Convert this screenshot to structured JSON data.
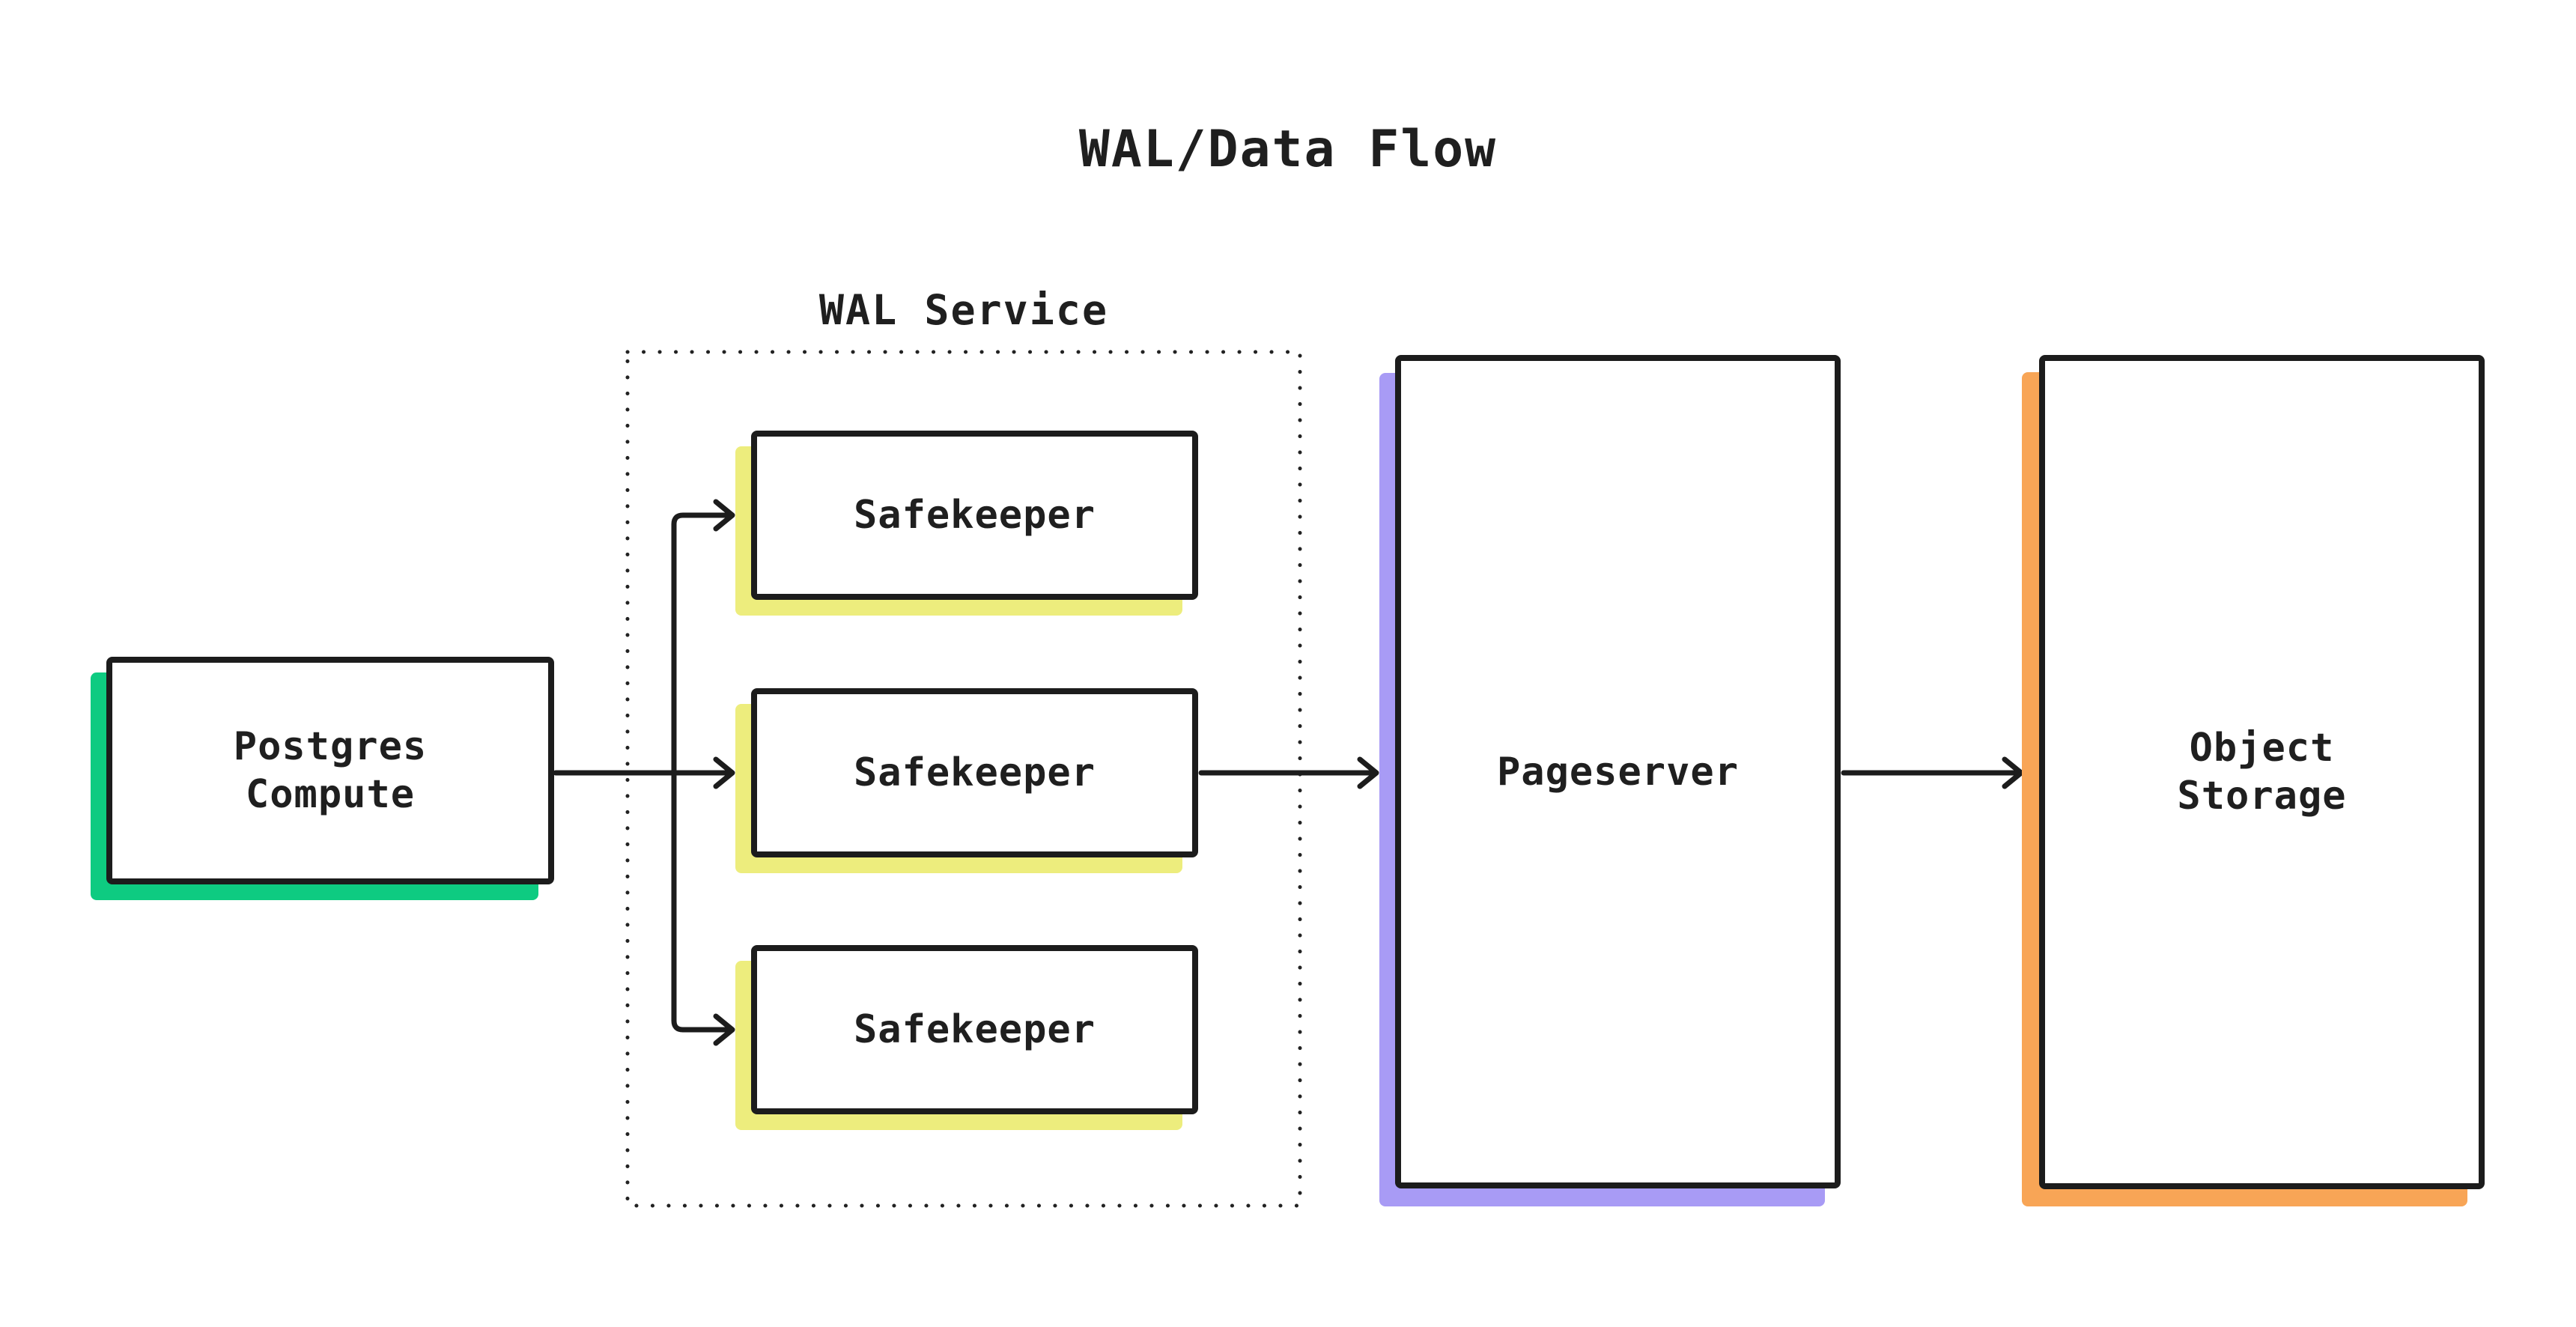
{
  "title": "WAL/Data Flow",
  "colors": {
    "ink": "#1c1c1c",
    "text": "#1f1f1f",
    "bg": "#ffffff",
    "green": "#0ecb81",
    "yellow": "#eded7d",
    "purple": "#a89bf5",
    "orange": "#f8a556"
  },
  "diagram": {
    "postgres": {
      "line1": "Postgres",
      "line2": "Compute"
    },
    "wal_service": {
      "label": "WAL Service",
      "safekeeper1": "Safekeeper",
      "safekeeper2": "Safekeeper",
      "safekeeper3": "Safekeeper"
    },
    "pageserver": {
      "label": "Pageserver"
    },
    "object_storage": {
      "line1": "Object",
      "line2": "Storage"
    }
  }
}
